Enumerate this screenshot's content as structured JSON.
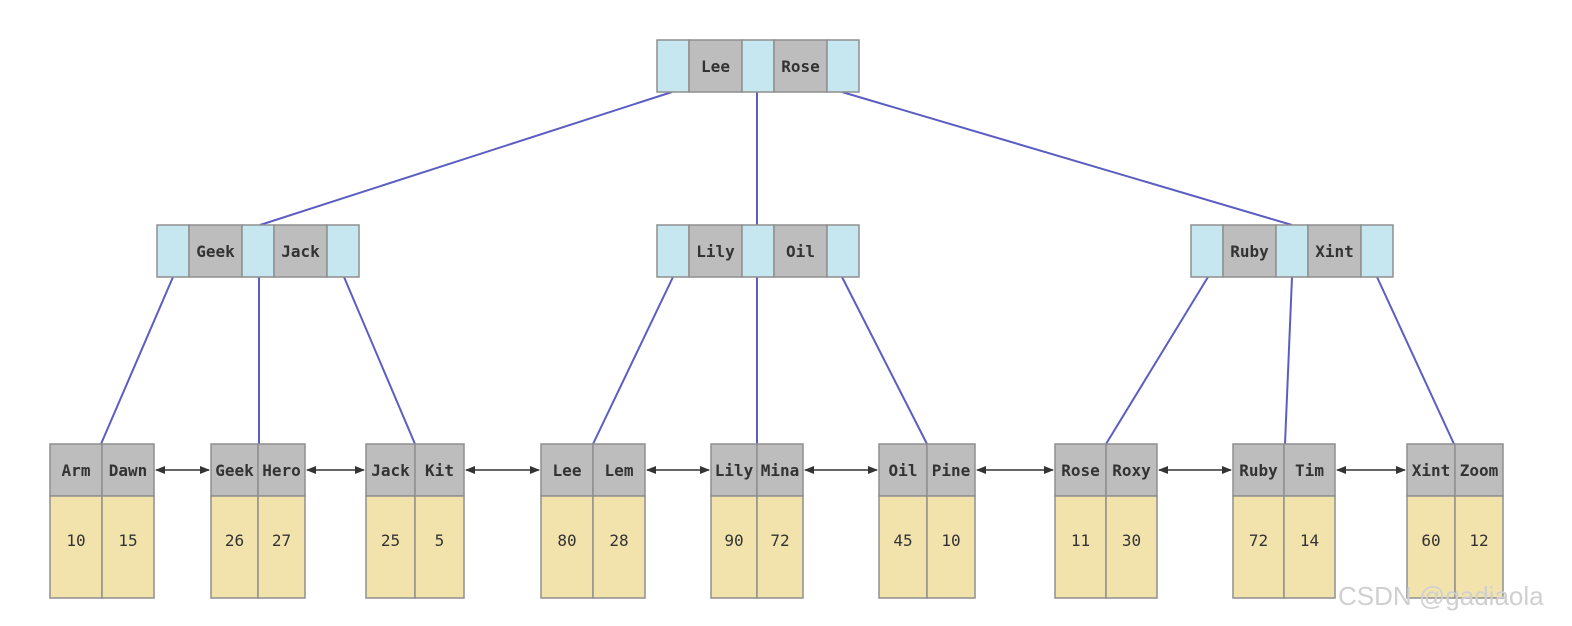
{
  "colors": {
    "pointer": "#c6e6f0",
    "key": "#bdbdbd",
    "value": "#f2e3ad",
    "border": "#8f8f8f",
    "edge": "#5a5ec2",
    "arrow": "#333333"
  },
  "tree": {
    "root": {
      "keys": [
        "Lee",
        "Rose"
      ]
    },
    "internal": [
      {
        "keys": [
          "Geek",
          "Jack"
        ]
      },
      {
        "keys": [
          "Lily",
          "Oil"
        ]
      },
      {
        "keys": [
          "Ruby",
          "Xint"
        ]
      }
    ],
    "leaves": [
      {
        "keys": [
          "Arm",
          "Dawn"
        ],
        "values": [
          "10",
          "15"
        ]
      },
      {
        "keys": [
          "Geek",
          "Hero"
        ],
        "values": [
          "26",
          "27"
        ]
      },
      {
        "keys": [
          "Jack",
          "Kit"
        ],
        "values": [
          "25",
          "5"
        ]
      },
      {
        "keys": [
          "Lee",
          "Lem"
        ],
        "values": [
          "80",
          "28"
        ]
      },
      {
        "keys": [
          "Lily",
          "Mina"
        ],
        "values": [
          "90",
          "72"
        ]
      },
      {
        "keys": [
          "Oil",
          "Pine"
        ],
        "values": [
          "45",
          "10"
        ]
      },
      {
        "keys": [
          "Rose",
          "Roxy"
        ],
        "values": [
          "11",
          "30"
        ]
      },
      {
        "keys": [
          "Ruby",
          "Tim"
        ],
        "values": [
          "72",
          "14"
        ]
      },
      {
        "keys": [
          "Xint",
          "Zoom"
        ],
        "values": [
          "60",
          "12"
        ]
      }
    ]
  },
  "watermark": "CSDN @gadiaola"
}
